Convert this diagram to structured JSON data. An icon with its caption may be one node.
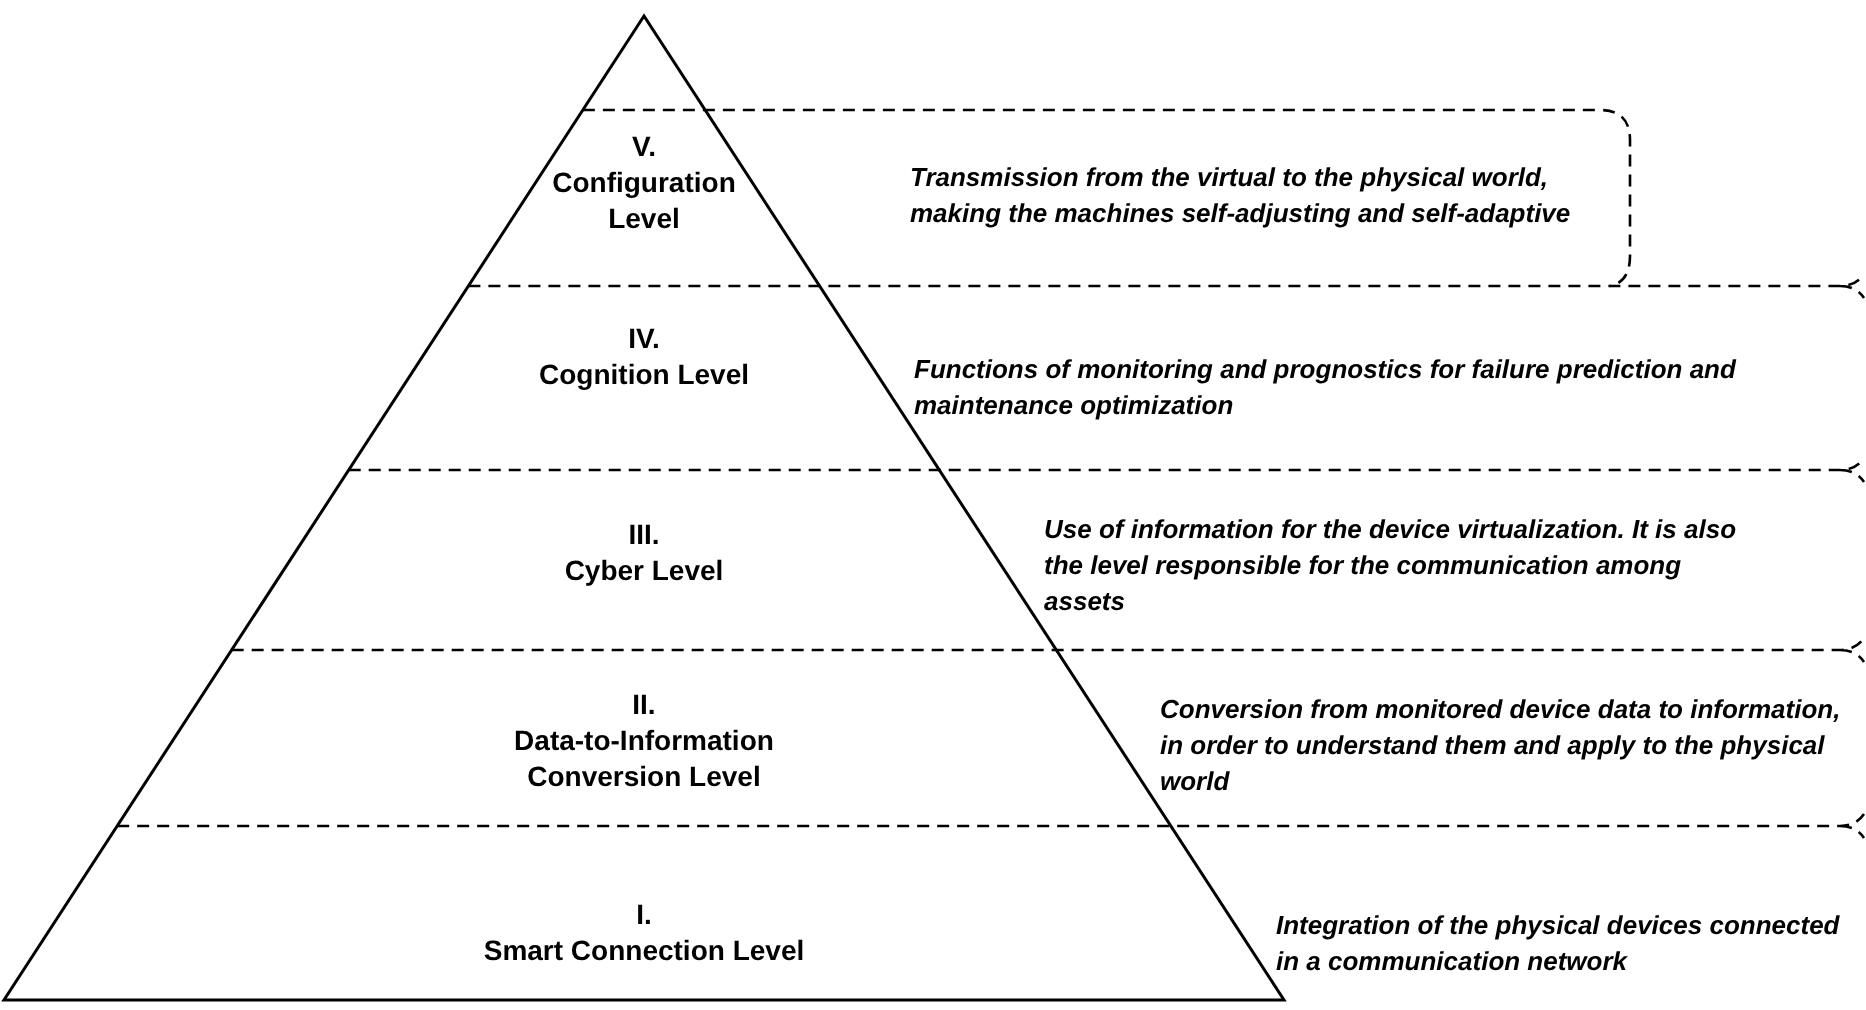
{
  "diagram": {
    "nodes": [
      {
        "text": [
          "V.",
          "Configuration Level",
          "Transmission from the virtual to the physical world, making the machines self-adjusting and self-adaptive"
        ]
      },
      {
        "text": [
          "IV.",
          "Cognition Level",
          "Functions of monitoring and prognostics for failure prediction and maintenance optimization"
        ]
      },
      {
        "text": [
          "III.",
          "Cyber Level",
          "Use of information for the device virtualization. It is also the level responsible for the communication among assets"
        ]
      },
      {
        "text": [
          "II.",
          "Data-to-Information Conversion Level",
          "Conversion from monitored device data to information, in order to understand them and apply to the physical world"
        ]
      },
      {
        "text": [
          "I.",
          "Smart Connection Level",
          "Integration of the physical devices connected in a communication network"
        ]
      }
    ]
  }
}
